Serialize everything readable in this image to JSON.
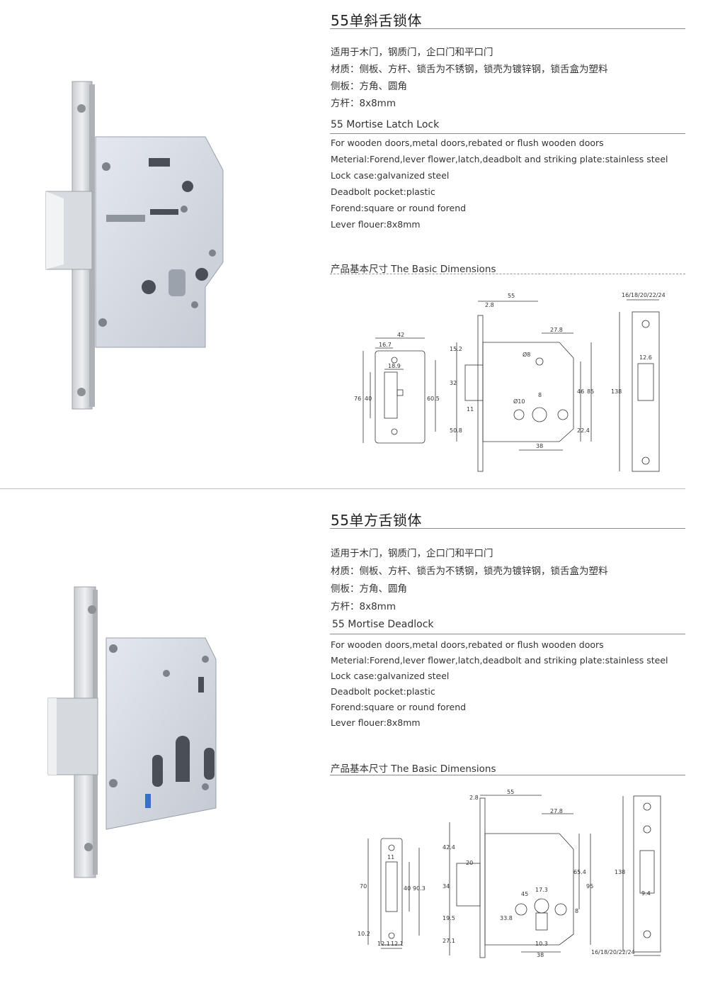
{
  "products": [
    {
      "title": "55单斜舌锁体",
      "cn_specs": [
        "适用于木门，钢质门，企口门和平口门",
        "材质：侧板、方杆、锁舌为不锈钢，锁壳为镀锌钢，锁舌盒为塑料",
        "侧板：方角、圆角",
        "方杆：8x8mm"
      ],
      "en_title": "55 Mortise Latch Lock",
      "en_specs": [
        "For wooden doors,metal doors,rebated or flush wooden doors",
        "Meterial:Forend,lever flower,latch,deadbolt and striking plate:stainless steel",
        "Lock case:galvanized steel",
        "Deadbolt pocket:plastic",
        "Forend:square or round forend",
        "Lever flouer:8x8mm"
      ],
      "dims_title": "产品基本尺寸  The Basic Dimensions",
      "drawing_labels": {
        "strike_width": "42",
        "strike_offset": "16.7",
        "strike_slot": "18.9",
        "strike_height": "76",
        "strike_inner": "40",
        "strike_screw": "60.5",
        "case_backset": "55",
        "forend_thk": "2.8",
        "case_top": "27.8",
        "case_h1": "15.2",
        "case_h2": "32",
        "case_h3": "50.8",
        "latch": "11",
        "hole1": "Ø8",
        "hole2": "Ø10",
        "spindle": "8",
        "case_right1": "46",
        "case_right2": "85",
        "case_right3": "22.4",
        "case_bottom": "38",
        "forend_widths": "16/18/20/22/24",
        "forend_slot": "12.6",
        "forend_height": "138"
      }
    },
    {
      "title": "55单方舌锁体",
      "cn_specs": [
        "适用于木门，钢质门，企口门和平口门",
        "材质：侧板、方杆、锁舌为不锈钢，锁壳为镀锌钢，锁舌盒为塑料",
        "侧板：方角、圆角",
        "方杆：8x8mm"
      ],
      "en_title": "55 Mortise Deadlock",
      "en_specs": [
        "For wooden doors,metal doors,rebated or flush wooden doors",
        "Meterial:Forend,lever flower,latch,deadbolt and striking plate:stainless steel",
        "Lock case:galvanized steel",
        "Deadbolt pocket:plastic",
        "Forend:square or round forend",
        "Lever flouer:8x8mm"
      ],
      "dims_title": "产品基本尺寸  The Basic Dimensions",
      "drawing_labels": {
        "strike_slot": "11",
        "strike_height": "70",
        "strike_inner": "40",
        "strike_screw": "90.3",
        "strike_bottom": "10.2",
        "strike_w1": "12.1",
        "strike_w2": "12.1",
        "forend_thk": "2.8",
        "case_backset": "55",
        "case_top": "27.8",
        "case_h1": "42.4",
        "bolt": "20",
        "case_h2": "34",
        "case_h3": "19.5",
        "case_h4": "27.1",
        "cyl_w": "17.3",
        "cyl_angle": "45",
        "cyl_h": "33.8",
        "cyl_low": "8",
        "case_right1": "65.4",
        "case_right2": "95",
        "cyl_c": "10.3",
        "case_bottom": "38",
        "forend_height": "138",
        "forend_slot": "9.4",
        "forend_widths": "16/18/20/22/24"
      }
    }
  ]
}
